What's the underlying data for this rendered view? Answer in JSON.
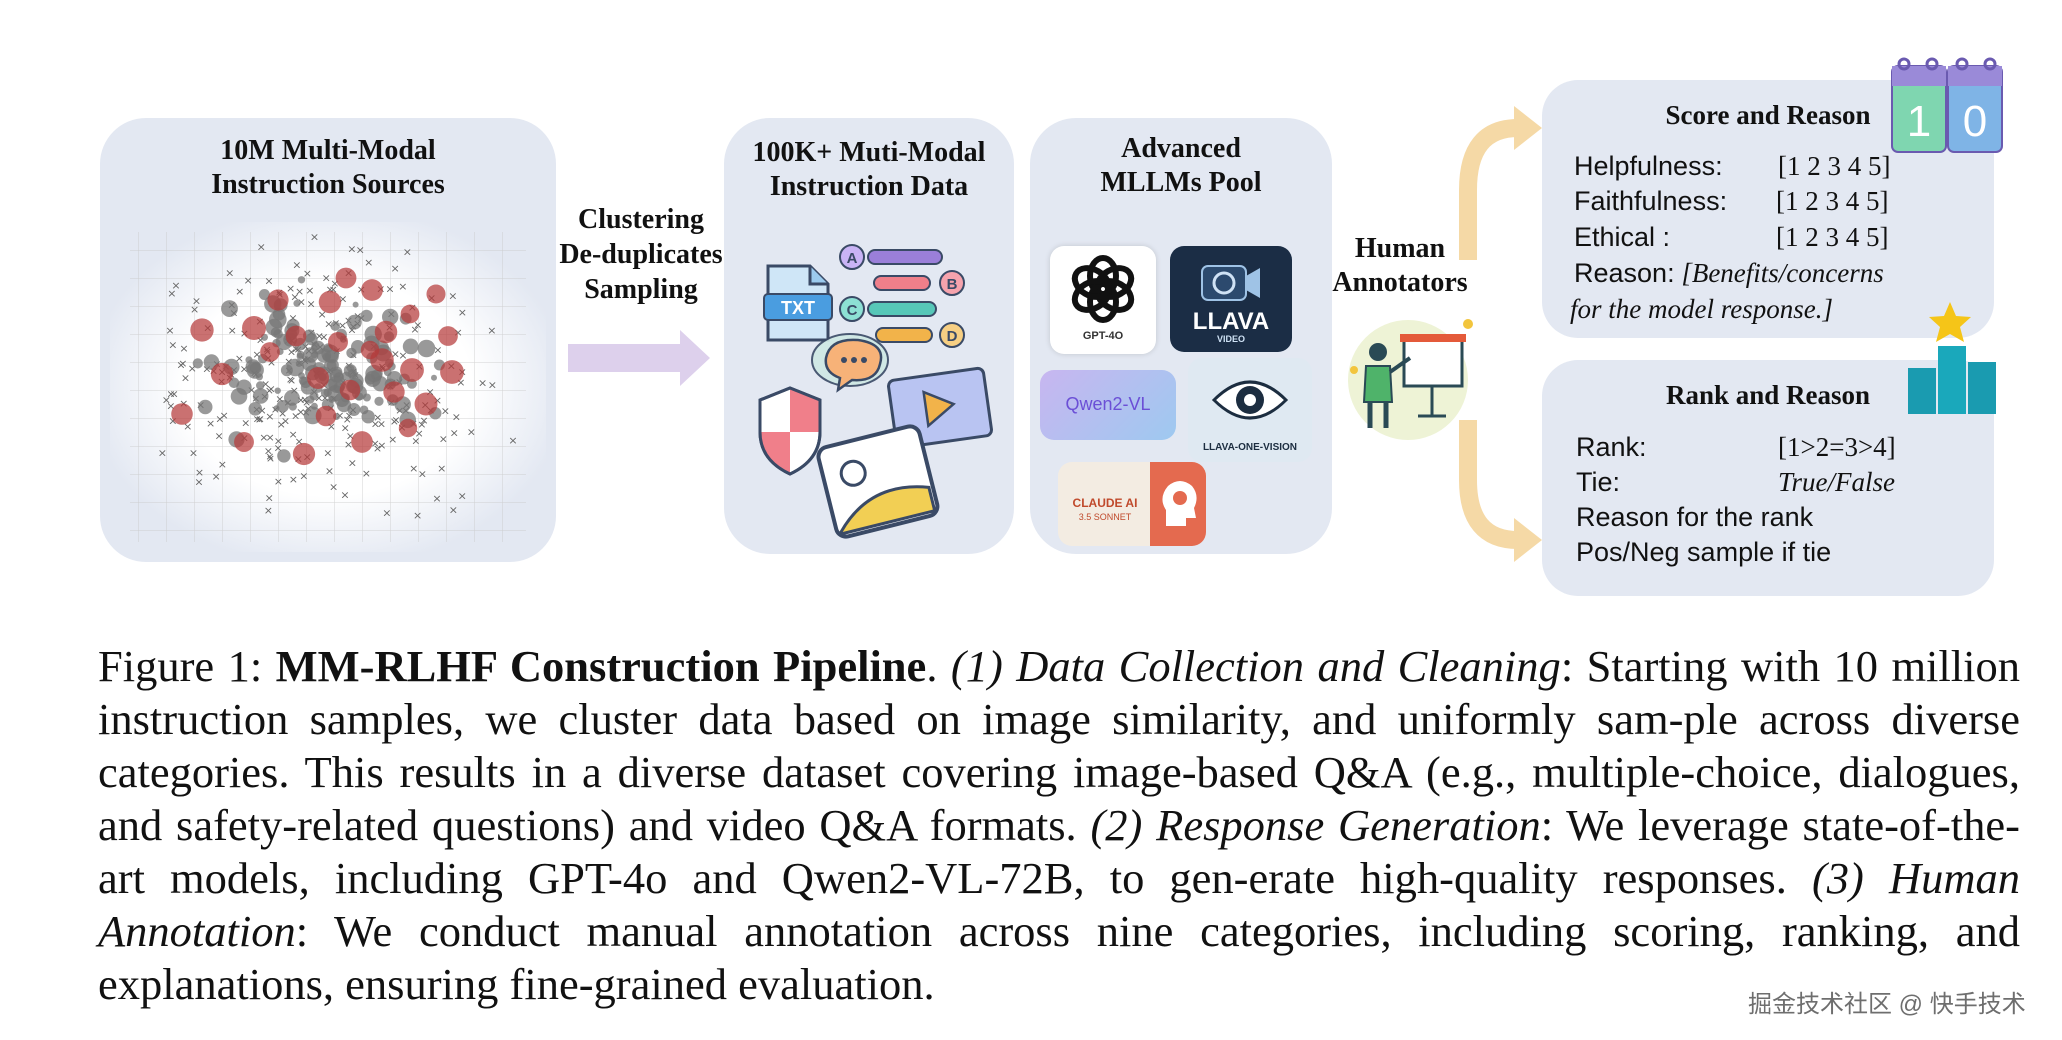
{
  "figure": {
    "sources_panel": {
      "title_line1": "10M Multi-Modal",
      "title_line2": "Instruction Sources"
    },
    "clustering_label": {
      "line1": "Clustering",
      "line2": "De-duplicates",
      "line3": "Sampling"
    },
    "data_panel": {
      "title_line1": "100K+ Muti-Modal",
      "title_line2": "Instruction Data",
      "txt_icon_text": "TXT",
      "option_letters": [
        "A",
        "B",
        "C",
        "D"
      ]
    },
    "models_panel": {
      "title_line1": "Advanced",
      "title_line2": "MLLMs Pool",
      "logos": [
        {
          "name": "GPT-4o",
          "label": "GPT-4O"
        },
        {
          "name": "LLaVA",
          "label": "LLAVA",
          "sublabel": "VIDEO"
        },
        {
          "name": "Qwen2-VL",
          "label": "Qwen2-VL"
        },
        {
          "name": "LLaVA-One-Vision",
          "label": "LLAVA-ONE-VISION"
        },
        {
          "name": "Claude AI",
          "label": "CLAUDE AI",
          "sublabel": "3.5 SONNET"
        }
      ]
    },
    "human_label": {
      "line1": "Human",
      "line2": "Annotators"
    },
    "score_card": {
      "title": "Score and Reason",
      "calendar_digits": [
        "1",
        "0"
      ],
      "rows": [
        {
          "label": "Helpfulness:",
          "value": "[1 2 3 4 5]"
        },
        {
          "label": "Faithfulness:",
          "value": "[1 2 3 4 5]"
        },
        {
          "label": "Ethical :",
          "value": "[1 2 3 4 5]"
        }
      ],
      "reason_label": "Reason:",
      "reason_line1": "[Benefits/concerns",
      "reason_line2": "for the model response.]"
    },
    "rank_card": {
      "title": "Rank and Reason",
      "rows": [
        {
          "label": "Rank:",
          "value": "[1>2=3>4]"
        },
        {
          "label": "Tie:",
          "value": "True/False"
        }
      ],
      "line3": "Reason for the rank",
      "line4": "Pos/Neg sample if tie"
    },
    "colors": {
      "panel": "#e3e8f2",
      "arrow": "#ddd0ec",
      "curve_arrow": "#f5d9a6",
      "dot": "#b53a3a",
      "teal": "#1a9bb0"
    }
  },
  "caption": {
    "prefix": "Figure 1: ",
    "bold_title": "MM-RLHF Construction Pipeline",
    "after_title": ". ",
    "italic_1": "(1) Data Collection and Cleaning",
    "text_1": ": Starting with 10 million instruction samples, we cluster data based on image similarity, and uniformly sam-ple across diverse categories. This results in a diverse dataset covering image-based Q&A (e.g., multiple-choice, dialogues, and safety-related questions) and video Q&A formats. ",
    "italic_2": "(2) Response Generation",
    "text_2": ": We leverage state-of-the-art models, including GPT-4o and Qwen2-VL-72B, to gen-erate high-quality responses. ",
    "italic_3": "(3) Human Annotation",
    "text_3": ": We conduct manual annotation across nine categories, including scoring, ranking, and explanations, ensuring fine-grained evaluation."
  },
  "watermark": "掘金技术社区 @ 快手技术"
}
